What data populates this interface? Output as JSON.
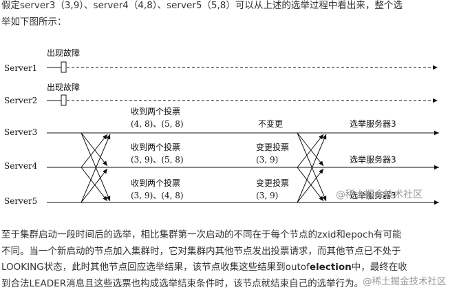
{
  "intro": {
    "line1": "假定server3（3,9）、server4（4,8）、server5（5,8）可以从上述的选举过程中看出来，整个选",
    "line2": "举如下图所示："
  },
  "diagram": {
    "servers": [
      "Server1",
      "Server2",
      "Server3",
      "Server4",
      "Server5"
    ],
    "fault_label_1": "出现故障",
    "fault_label_2": "出现故障",
    "s3_received_title": "收到两个投票",
    "s3_received_votes": "(4, 8)、(5, 8)",
    "s4_received_title": "收到两个投票",
    "s4_received_votes": "(3, 9)、(5, 8)",
    "s5_received_title": "收到两个投票",
    "s5_received_votes": "(3, 9)、(4, 8)",
    "s3_change": "不变更",
    "s4_change_title": "变更投票",
    "s4_change_vote": "(3, 9)",
    "s5_change_title": "变更投票",
    "s5_change_vote": "(3, 9)",
    "s3_elect": "选举服务器3",
    "s4_elect": "选举服务器3",
    "s5_elect": "选举服务器3",
    "watermark": "@稀土掘金技术社区",
    "colors": {
      "line": "#111111",
      "watermark": "#9a9a9a"
    }
  },
  "body": {
    "line1": "至于集群启动一段时间后的选举，相比集群第一次启动的不同在于每个节点的zxid和epoch有可能",
    "line2": "不同。当一个新启动的节点加入集群时，它对集群内其他节点发出投票请求，而其他节点已不处于",
    "line3_a": "LOOKING状态，此时其他节点回应选举结果，该节点收集这些结果到outof",
    "line3_bold": "election",
    "line3_b": "中，最终在收",
    "line4": "到合法LEADER消息且这些选票也构成选举结束条件时，该节点就结束自己的选举行为。"
  },
  "footer_watermark": "@稀土掘金技术社区"
}
